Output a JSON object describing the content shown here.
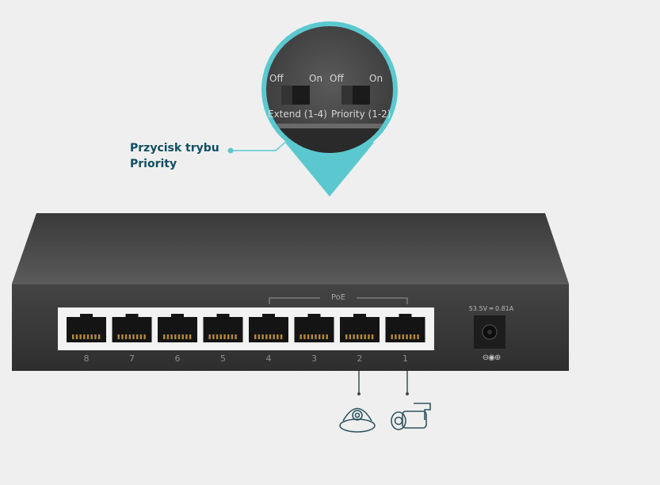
{
  "callout": {
    "label": "Przycisk trybu Priority"
  },
  "switches": {
    "off_left": "Off",
    "on_left": "On",
    "off_right": "Off",
    "on_right": "On",
    "extend_label": "Extend (1-4)",
    "priority_label": "Priority (1-2)"
  },
  "ports": [
    "8",
    "7",
    "6",
    "5",
    "4",
    "3",
    "2",
    "1"
  ],
  "poe_label": "PoE",
  "power": {
    "rating": "53.5V ═ 0.81A",
    "polarity_symbol": "⊖◉⊕"
  },
  "icons": [
    "dome-camera-icon",
    "bullet-camera-icon"
  ],
  "colors": {
    "accent": "#5bc8cf",
    "label_text": "#0f4f63",
    "device_body": "#3a3a3a"
  }
}
